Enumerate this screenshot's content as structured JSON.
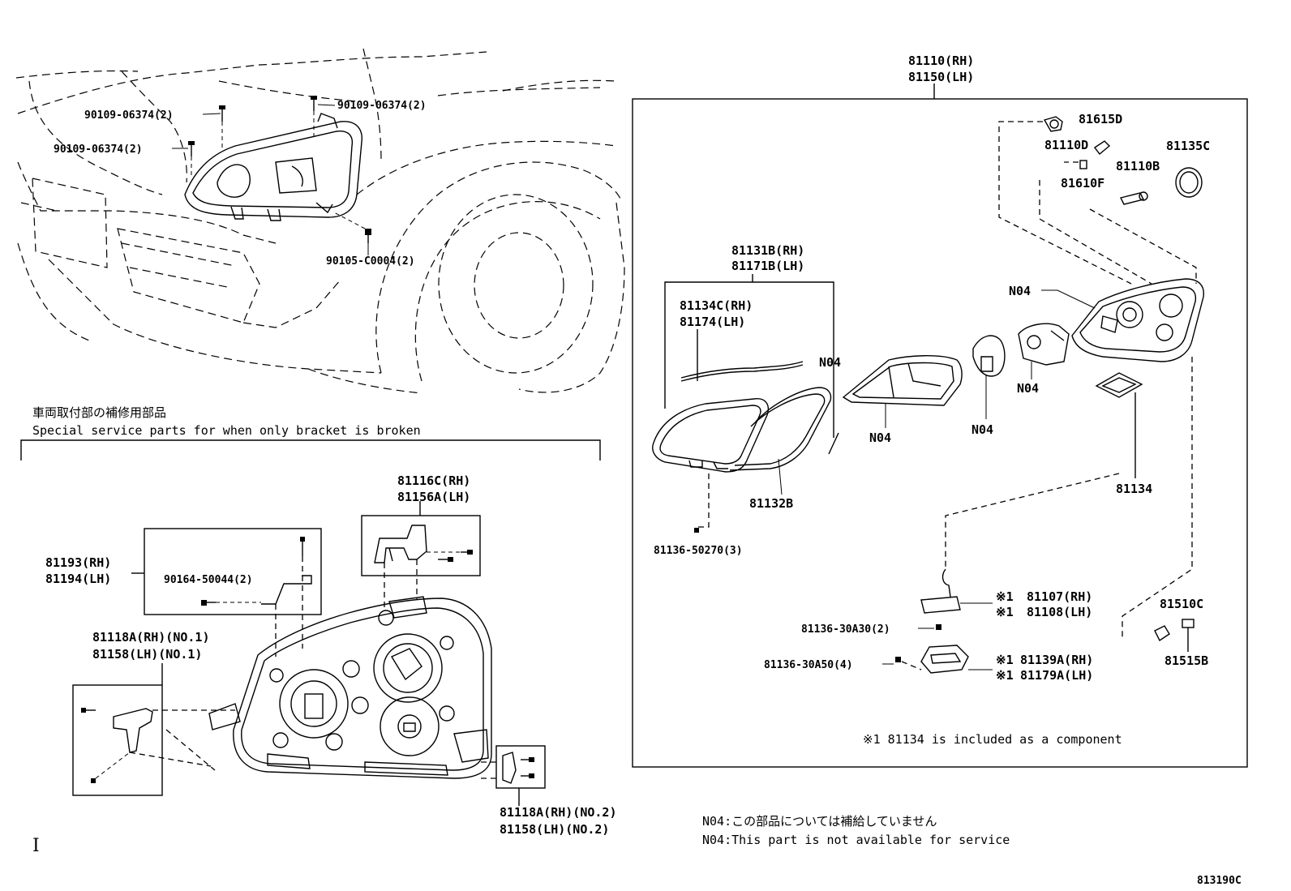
{
  "car_view": {
    "bolt_upper_left": "90109-06374(2)",
    "bolt_upper_right": "90109-06374(2)",
    "bolt_side_left": "90109-06374(2)",
    "screw_lower": "90105-C0004(2)"
  },
  "bracket_section": {
    "heading_jp": "車両取付部の補修用部品",
    "heading_en": "Special service parts for when only bracket is broken",
    "bracket_upper_rh": "81116C(RH)",
    "bracket_upper_lh": "81156A(LH)",
    "bracket_top_rh": "81193(RH)",
    "bracket_top_lh": "81194(LH)",
    "bracket_top_screw": "90164-50044(2)",
    "bracket_no1_rh": "81118A(RH)(NO.1)",
    "bracket_no1_lh": "81158(LH)(NO.1)",
    "bracket_no2_rh": "81118A(RH)(NO.2)",
    "bracket_no2_lh": "81158(LH)(NO.2)"
  },
  "assembly": {
    "unit_rh": "81110(RH)",
    "unit_lh": "81150(LH)",
    "bulb_d": "81110D",
    "socket_615d": "81615D",
    "bulb_610f": "81610F",
    "bulb_110b": "81110B",
    "cap_135c": "81135C",
    "lens_rh": "81131B(RH)",
    "lens_lh": "81171B(LH)",
    "gasket_rh": "81134C(RH)",
    "gasket_lh": "81174(LH)",
    "n04_lens_side": "N04",
    "n04_reflector": "N04",
    "n04_shade": "N04",
    "n04_projector": "N04",
    "n04_housing": "N04",
    "seal_132b": "81132B",
    "screw_lens": "81136-50270(3)",
    "pad_134": "81134",
    "ecu_mark_rh": "※1",
    "ecu_rh": "81107(RH)",
    "ecu_mark_lh": "※1",
    "ecu_lh": "81108(LH)",
    "screw_30a30": "81136-30A30(2)",
    "screw_30a50": "81136-30A50(4)",
    "cover_mark_rh": "※1",
    "cover_rh": "81139A(RH)",
    "cover_mark_lh": "※1",
    "cover_lh": "81179A(LH)",
    "socket_510c": "81510C",
    "bulb_515b": "81515B",
    "component_note": "※1 81134 is included as a component"
  },
  "footer": {
    "n04_note_jp": "N04:この部品については補給していません",
    "n04_note_en": "N04:This part is not available for service",
    "roman_mark": "I",
    "drawing_code": "813190C"
  }
}
